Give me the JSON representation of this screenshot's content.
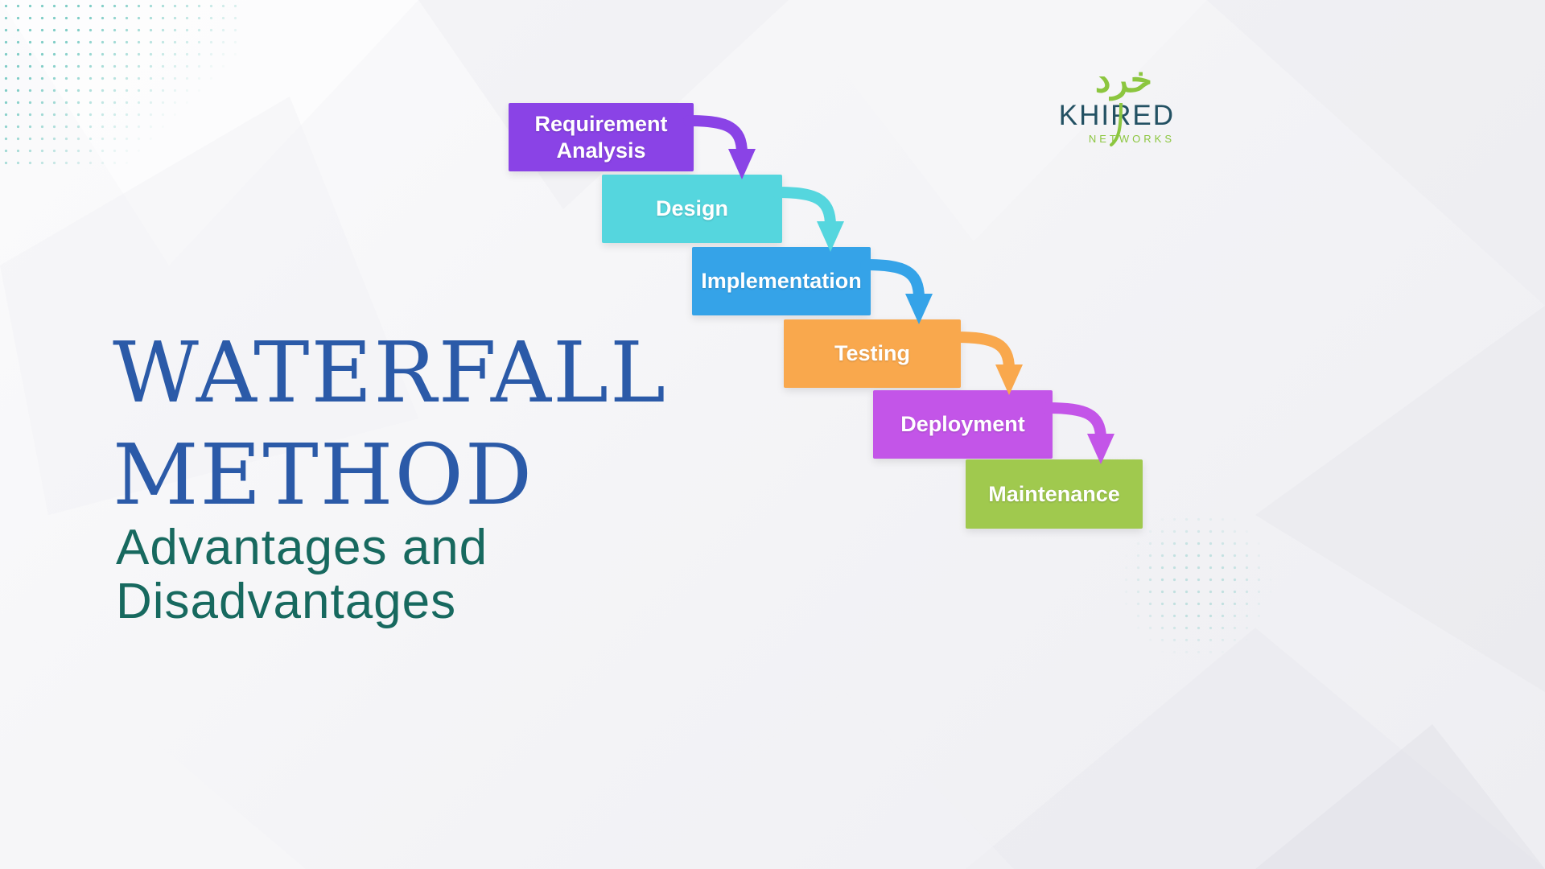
{
  "title": {
    "line1": "WATERFALL",
    "line2": "METHOD",
    "subtitle_line1": "Advantages and",
    "subtitle_line2": "Disadvantages",
    "title_color": "#2b5aa8",
    "subtitle_color": "#17695f"
  },
  "logo": {
    "glyph": "خرد",
    "name": "KHIRED",
    "sub": "NETWORKS",
    "glyph_color": "#8cc63f",
    "name_color": "#235163",
    "sub_color": "#8cc63f"
  },
  "diagram": {
    "steps": [
      {
        "label": "Requirement Analysis",
        "color": "#8a43e6"
      },
      {
        "label": "Design",
        "color": "#55d6de"
      },
      {
        "label": "Implementation",
        "color": "#35a3e8"
      },
      {
        "label": "Testing",
        "color": "#f9a84d"
      },
      {
        "label": "Deployment",
        "color": "#c355e8"
      },
      {
        "label": "Maintenance",
        "color": "#a0c94e"
      }
    ],
    "flow_order_note": "top-left to bottom-right staircase, arrows between consecutive steps"
  },
  "background": {
    "base_color": "#f3f3f6",
    "dot_color": "#1aa79a"
  }
}
